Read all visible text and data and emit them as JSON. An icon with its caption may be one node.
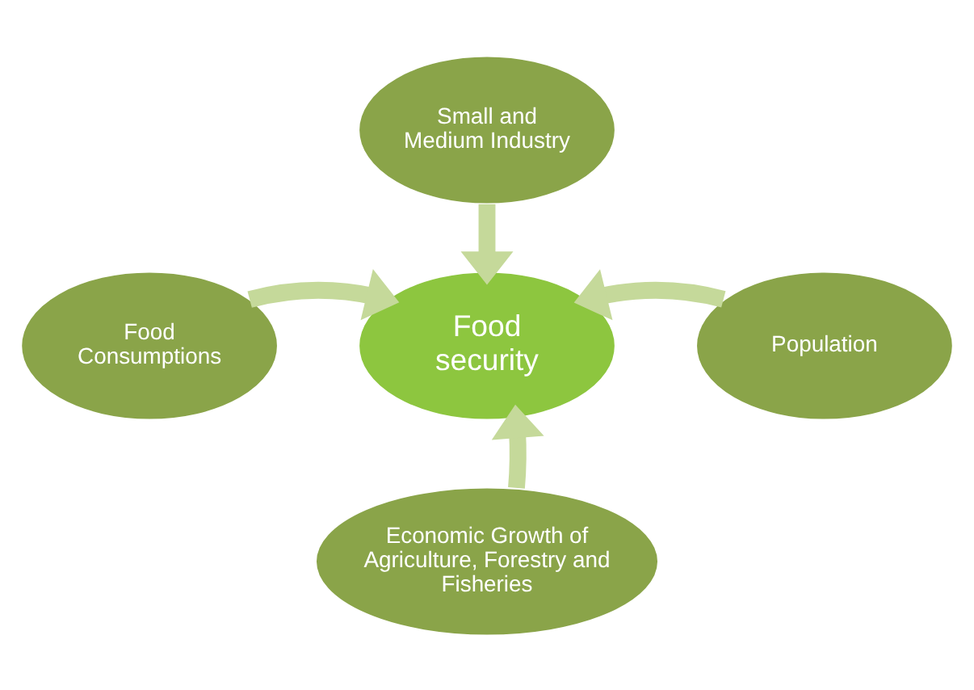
{
  "diagram": {
    "nodes": [
      {
        "text": [
          "Small and Medium Industry"
        ]
      },
      {
        "text": [
          "Food Consumptions"
        ]
      },
      {
        "text": [
          "Food security"
        ]
      },
      {
        "text": [
          "Population"
        ]
      },
      {
        "text": [
          "Economic Growth of Agriculture, Forestry and Fisheries"
        ]
      }
    ],
    "edges": [
      {
        "from": 0,
        "to": 2,
        "arrow": "to"
      },
      {
        "from": 1,
        "to": 2,
        "arrow": "to"
      },
      {
        "from": 3,
        "to": 2,
        "arrow": "to"
      },
      {
        "from": 4,
        "to": 2,
        "arrow": "to"
      }
    ]
  }
}
